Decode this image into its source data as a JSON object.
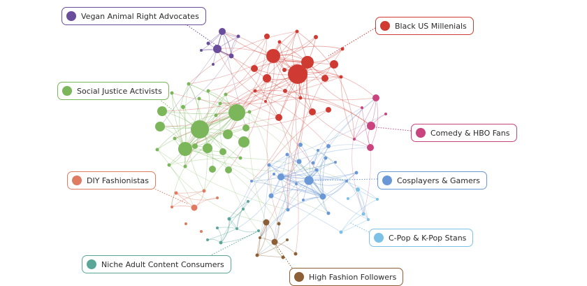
{
  "communities": [
    {
      "id": "vegan",
      "label": "Vegan Animal Right Advocates",
      "color": "#6a4c9c"
    },
    {
      "id": "black",
      "label": "Black US Millenials",
      "color": "#cf3b33"
    },
    {
      "id": "social",
      "label": "Social Justice Activists",
      "color": "#7bb65a"
    },
    {
      "id": "comedy",
      "label": "Comedy & HBO Fans",
      "color": "#c9437f"
    },
    {
      "id": "diy",
      "label": "DIY Fashionistas",
      "color": "#e07b63"
    },
    {
      "id": "cosplay",
      "label": "Cosplayers & Gamers",
      "color": "#6a97d5"
    },
    {
      "id": "cpop",
      "label": "C-Pop & K-Pop Stans",
      "color": "#7cc2e6"
    },
    {
      "id": "niche",
      "label": "Niche Adult Content Consumers",
      "color": "#5aa79a"
    },
    {
      "id": "fashion",
      "label": "High Fashion Followers",
      "color": "#8c5f36"
    }
  ]
}
